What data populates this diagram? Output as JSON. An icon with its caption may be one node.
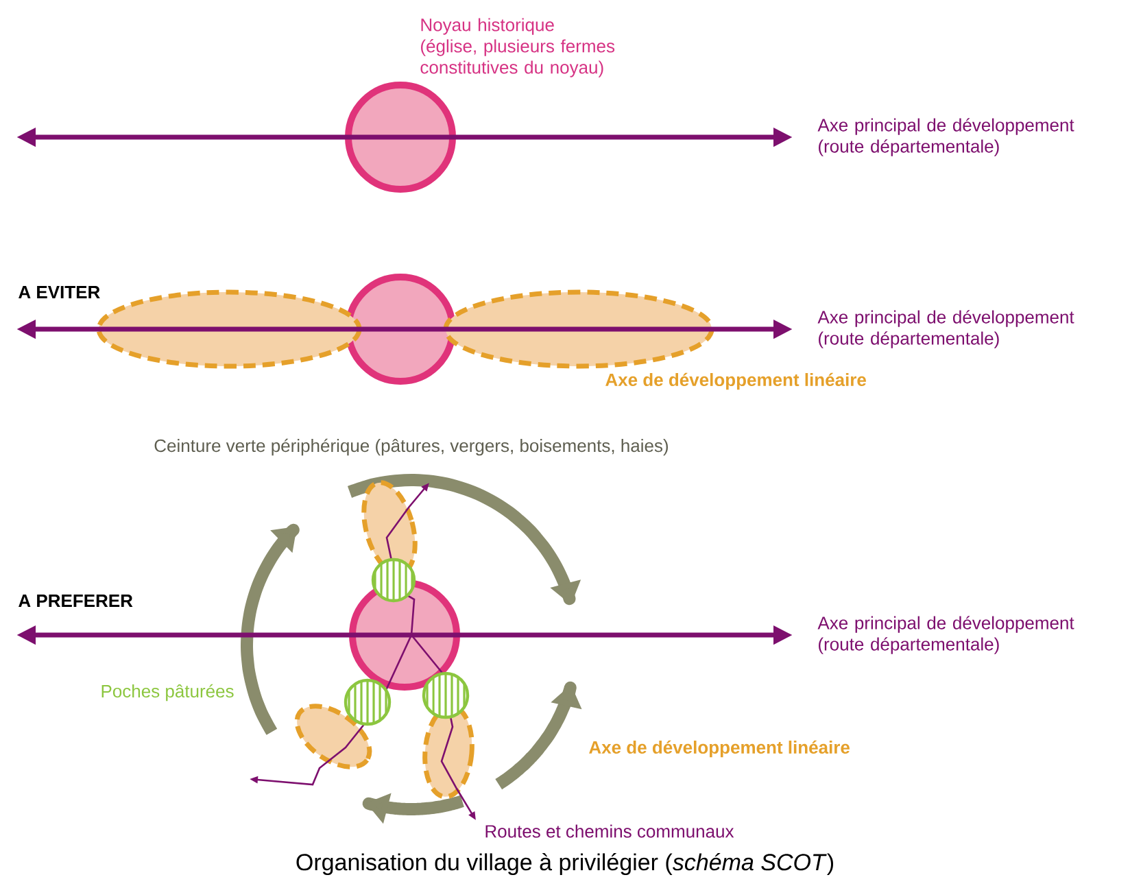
{
  "diagram": {
    "caption": "Organisation du village à privilégier (*schéma SCOT*)",
    "labels": [
      "Noyau historique (église, plusieurs fermes constitutives du noyau)",
      "Axe principal de développement (route départementale)",
      "A EVITER",
      "Axe principal de développement (route départementale)",
      "Axe de développement linéaire",
      "Ceinture verte périphérique (pâtures, vergers, boisements, haies)",
      "A PREFERER",
      "Axe principal de développement (route départementale)",
      "Poches pâturées",
      "Axe de développement linéaire",
      "Routes et chemins communaux"
    ]
  }
}
